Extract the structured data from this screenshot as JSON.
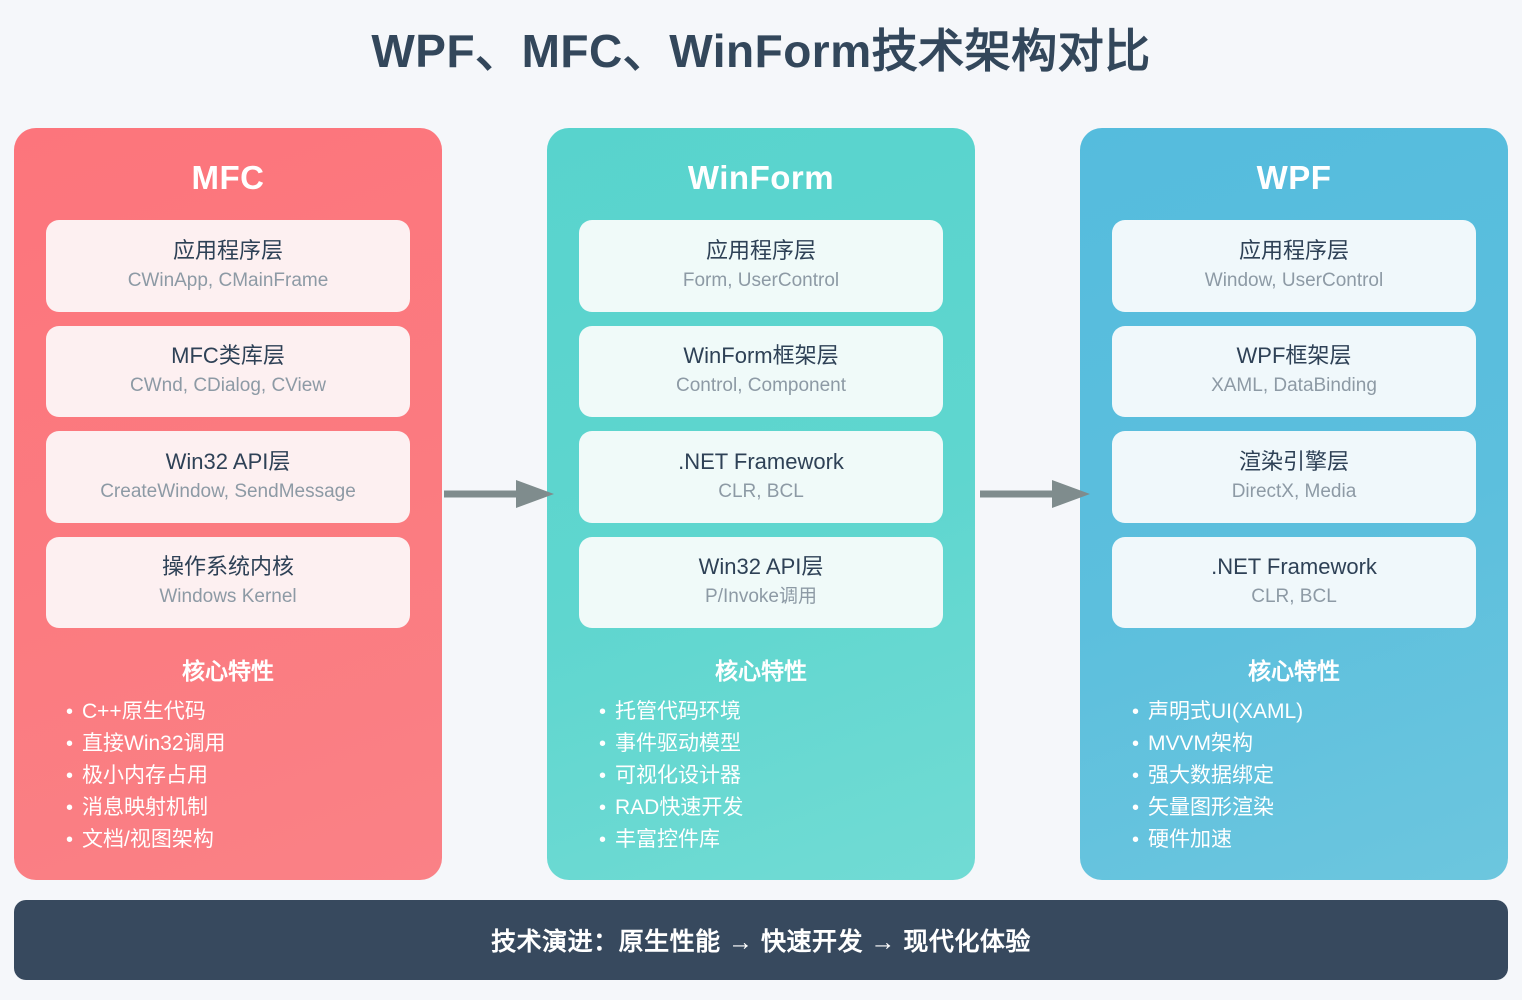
{
  "title": "WPF、MFC、WinForm技术架构对比",
  "background_color": "#f5f7fa",
  "title_color": "#33475b",
  "arrow_color": "#7f8c8d",
  "columns": [
    {
      "key": "mfc",
      "header": "MFC",
      "color": "#fb7b80",
      "layer_box_color": "#fdf0f1",
      "layers": [
        {
          "title": "应用程序层",
          "subtitle": "CWinApp, CMainFrame"
        },
        {
          "title": "MFC类库层",
          "subtitle": "CWnd, CDialog, CView"
        },
        {
          "title": "Win32 API层",
          "subtitle": "CreateWindow, SendMessage"
        },
        {
          "title": "操作系统内核",
          "subtitle": "Windows Kernel"
        }
      ],
      "features_title": "核心特性",
      "features": [
        "C++原生代码",
        "直接Win32调用",
        "极小内存占用",
        "消息映射机制",
        "文档/视图架构"
      ]
    },
    {
      "key": "winform",
      "header": "WinForm",
      "color": "#5fd6cf",
      "layer_box_color": "#f0faf9",
      "layers": [
        {
          "title": "应用程序层",
          "subtitle": "Form, UserControl"
        },
        {
          "title": "WinForm框架层",
          "subtitle": "Control, Component"
        },
        {
          "title": ".NET Framework",
          "subtitle": "CLR, BCL"
        },
        {
          "title": "Win32 API层",
          "subtitle": "P/Invoke调用"
        }
      ],
      "features_title": "核心特性",
      "features": [
        "托管代码环境",
        "事件驱动模型",
        "可视化设计器",
        "RAD快速开发",
        "丰富控件库"
      ]
    },
    {
      "key": "wpf",
      "header": "WPF",
      "color": "#5cbfdd",
      "layer_box_color": "#f0f8fb",
      "layers": [
        {
          "title": "应用程序层",
          "subtitle": "Window, UserControl"
        },
        {
          "title": "WPF框架层",
          "subtitle": "XAML, DataBinding"
        },
        {
          "title": "渲染引擎层",
          "subtitle": "DirectX, Media"
        },
        {
          "title": ".NET Framework",
          "subtitle": "CLR, BCL"
        }
      ],
      "features_title": "核心特性",
      "features": [
        "声明式UI(XAML)",
        "MVVM架构",
        "强大数据绑定",
        "矢量图形渲染",
        "硬件加速"
      ]
    }
  ],
  "arrows": [
    {
      "name": "arrow-mfc-to-winform"
    },
    {
      "name": "arrow-winform-to-wpf"
    }
  ],
  "footer": {
    "text": "技术演进：原生性能 → 快速开发 → 现代化体验",
    "background_color": "#37495e"
  }
}
